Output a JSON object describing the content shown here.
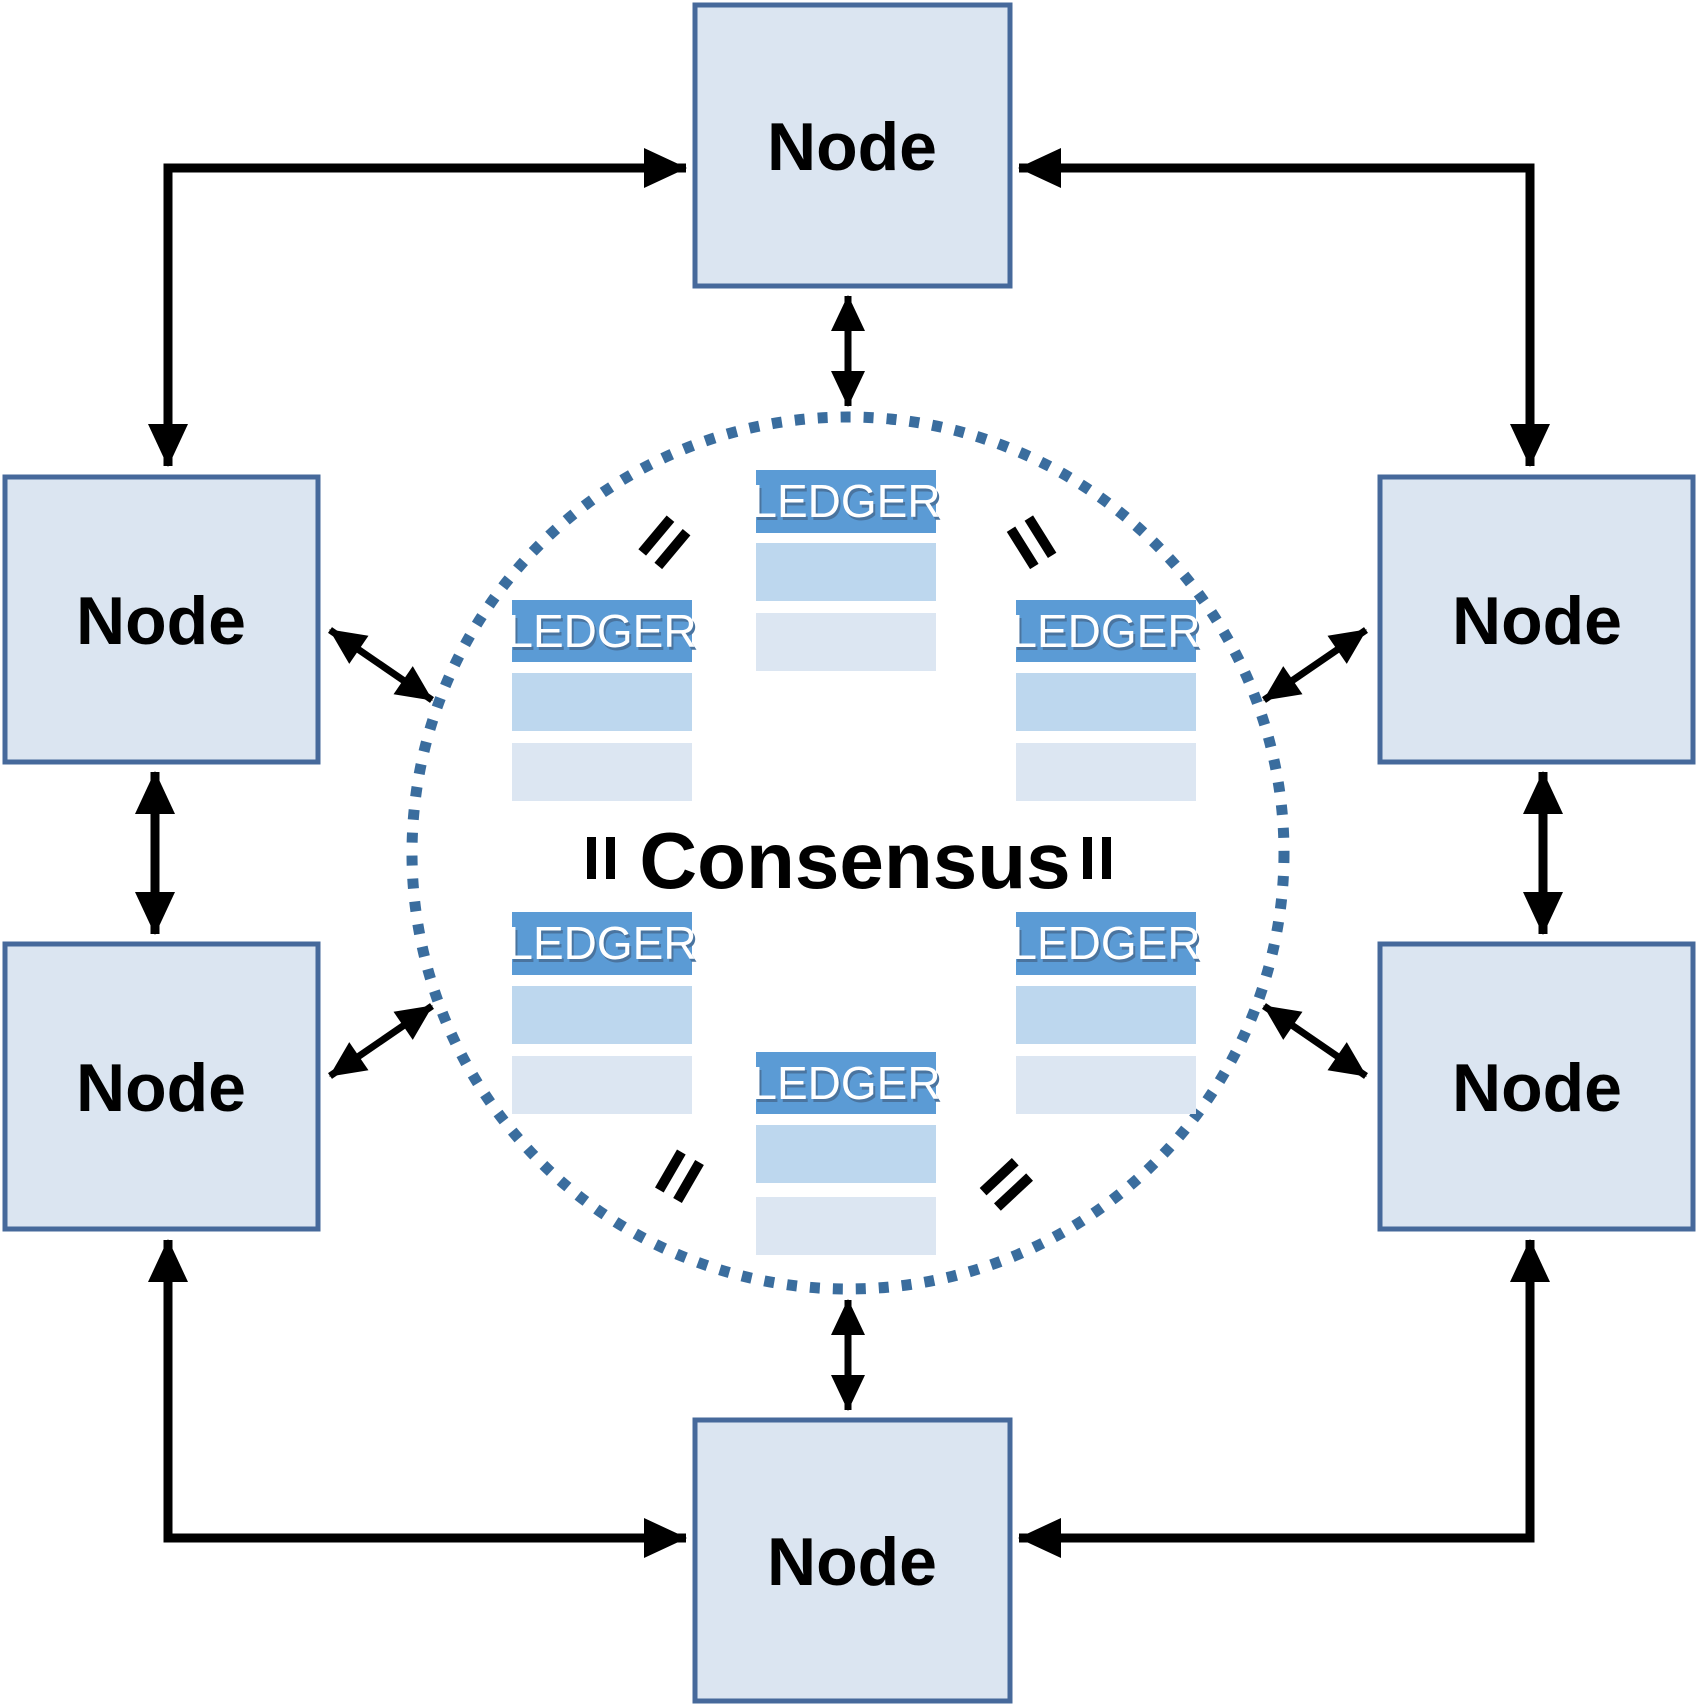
{
  "diagram": {
    "type": "peer-to-peer blockchain consensus network",
    "center": {
      "title": "Consensus"
    },
    "nodes": {
      "top": {
        "label": "Node"
      },
      "upper_left": {
        "label": "Node"
      },
      "upper_right": {
        "label": "Node"
      },
      "lower_left": {
        "label": "Node"
      },
      "lower_right": {
        "label": "Node"
      },
      "bottom": {
        "label": "Node"
      }
    },
    "ledgers": {
      "top_center": {
        "label": "LEDGER"
      },
      "mid_left": {
        "label": "LEDGER"
      },
      "mid_right": {
        "label": "LEDGER"
      },
      "low_left": {
        "label": "LEDGER"
      },
      "low_right": {
        "label": "LEDGER"
      },
      "bottom_center": {
        "label": "LEDGER"
      }
    },
    "connectors": {
      "style": "double-headed arrows",
      "count": 12
    }
  },
  "colors": {
    "node_fill": "#dbe5f1",
    "node_border": "#46699b",
    "ledger_header": "#5b9bd5",
    "ledger_row1": "#bdd7ee",
    "ledger_row2": "#dce6f2",
    "ledger_text": "#ffffff",
    "circle_dot": "#3a6d9e",
    "arrow": "#000000",
    "text": "#000000",
    "background": "#ffffff"
  }
}
